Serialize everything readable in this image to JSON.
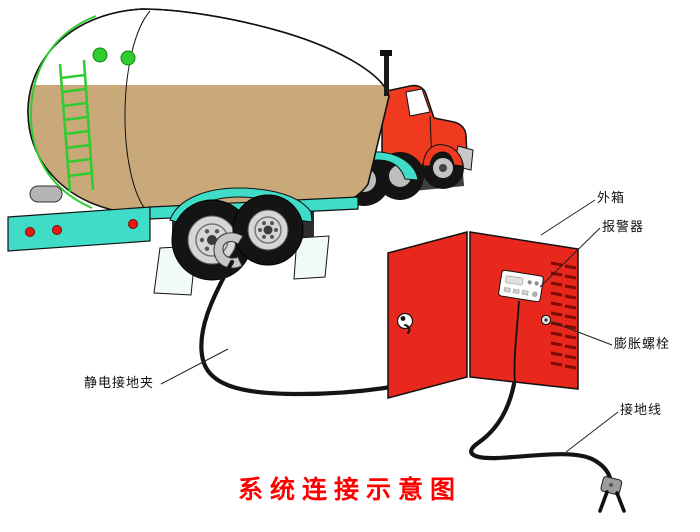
{
  "diagram": {
    "title": "系统连接示意图",
    "labels": {
      "outer_box": "外箱",
      "alarm": "报警器",
      "expansion_bolt": "膨胀螺栓",
      "ground_wire": "接地线",
      "static_ground_clamp": "静电接地夹"
    }
  },
  "colors": {
    "cabinet_red": "#e8281c",
    "cab_red": "#ef3a1f",
    "chassis_teal": "#3fdcc8",
    "liquid_tan": "#c9a87a",
    "ladder_green": "#2ecc2e",
    "cable_black": "#141414",
    "marker_light_red": "#e8180f",
    "title_red": "#ff0000"
  }
}
